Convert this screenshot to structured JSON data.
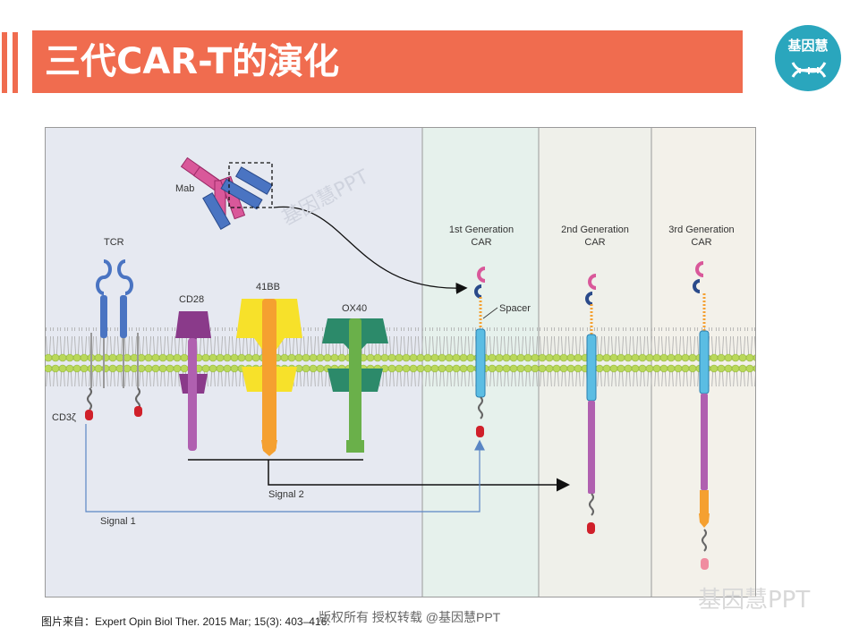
{
  "header": {
    "title": "三代CAR-T的演化",
    "logo_text": "基因慧"
  },
  "figure": {
    "labels": {
      "mab": "Mab",
      "tcr": "TCR",
      "cd28": "CD28",
      "bb41": "41BB",
      "ox40": "OX40",
      "cd3z": "CD3ζ",
      "spacer": "Spacer",
      "signal1": "Signal 1",
      "signal2": "Signal 2",
      "gen1": [
        "1st Generation",
        "CAR"
      ],
      "gen2": [
        "2nd Generation",
        "CAR"
      ],
      "gen3": [
        "3rd Generation",
        "CAR"
      ]
    },
    "watermark": "基因慧PPT"
  },
  "footer": {
    "source": "图片来自：Expert Opin Biol Ther. 2015 Mar; 15(3): 403–416.",
    "copyright": "版权所有  授权转载  @基因慧PPT",
    "watermark": "基因慧PPT"
  },
  "colors": {
    "accent": "#f06c4f",
    "logo": "#2aa6bd",
    "membrane": "#b9d85a",
    "pink": "#d9589a",
    "blue": "#4a74c2",
    "cyan": "#5bbde3",
    "orange": "#f5a030",
    "green": "#2c8a6a",
    "purple": "#a04a9c"
  }
}
